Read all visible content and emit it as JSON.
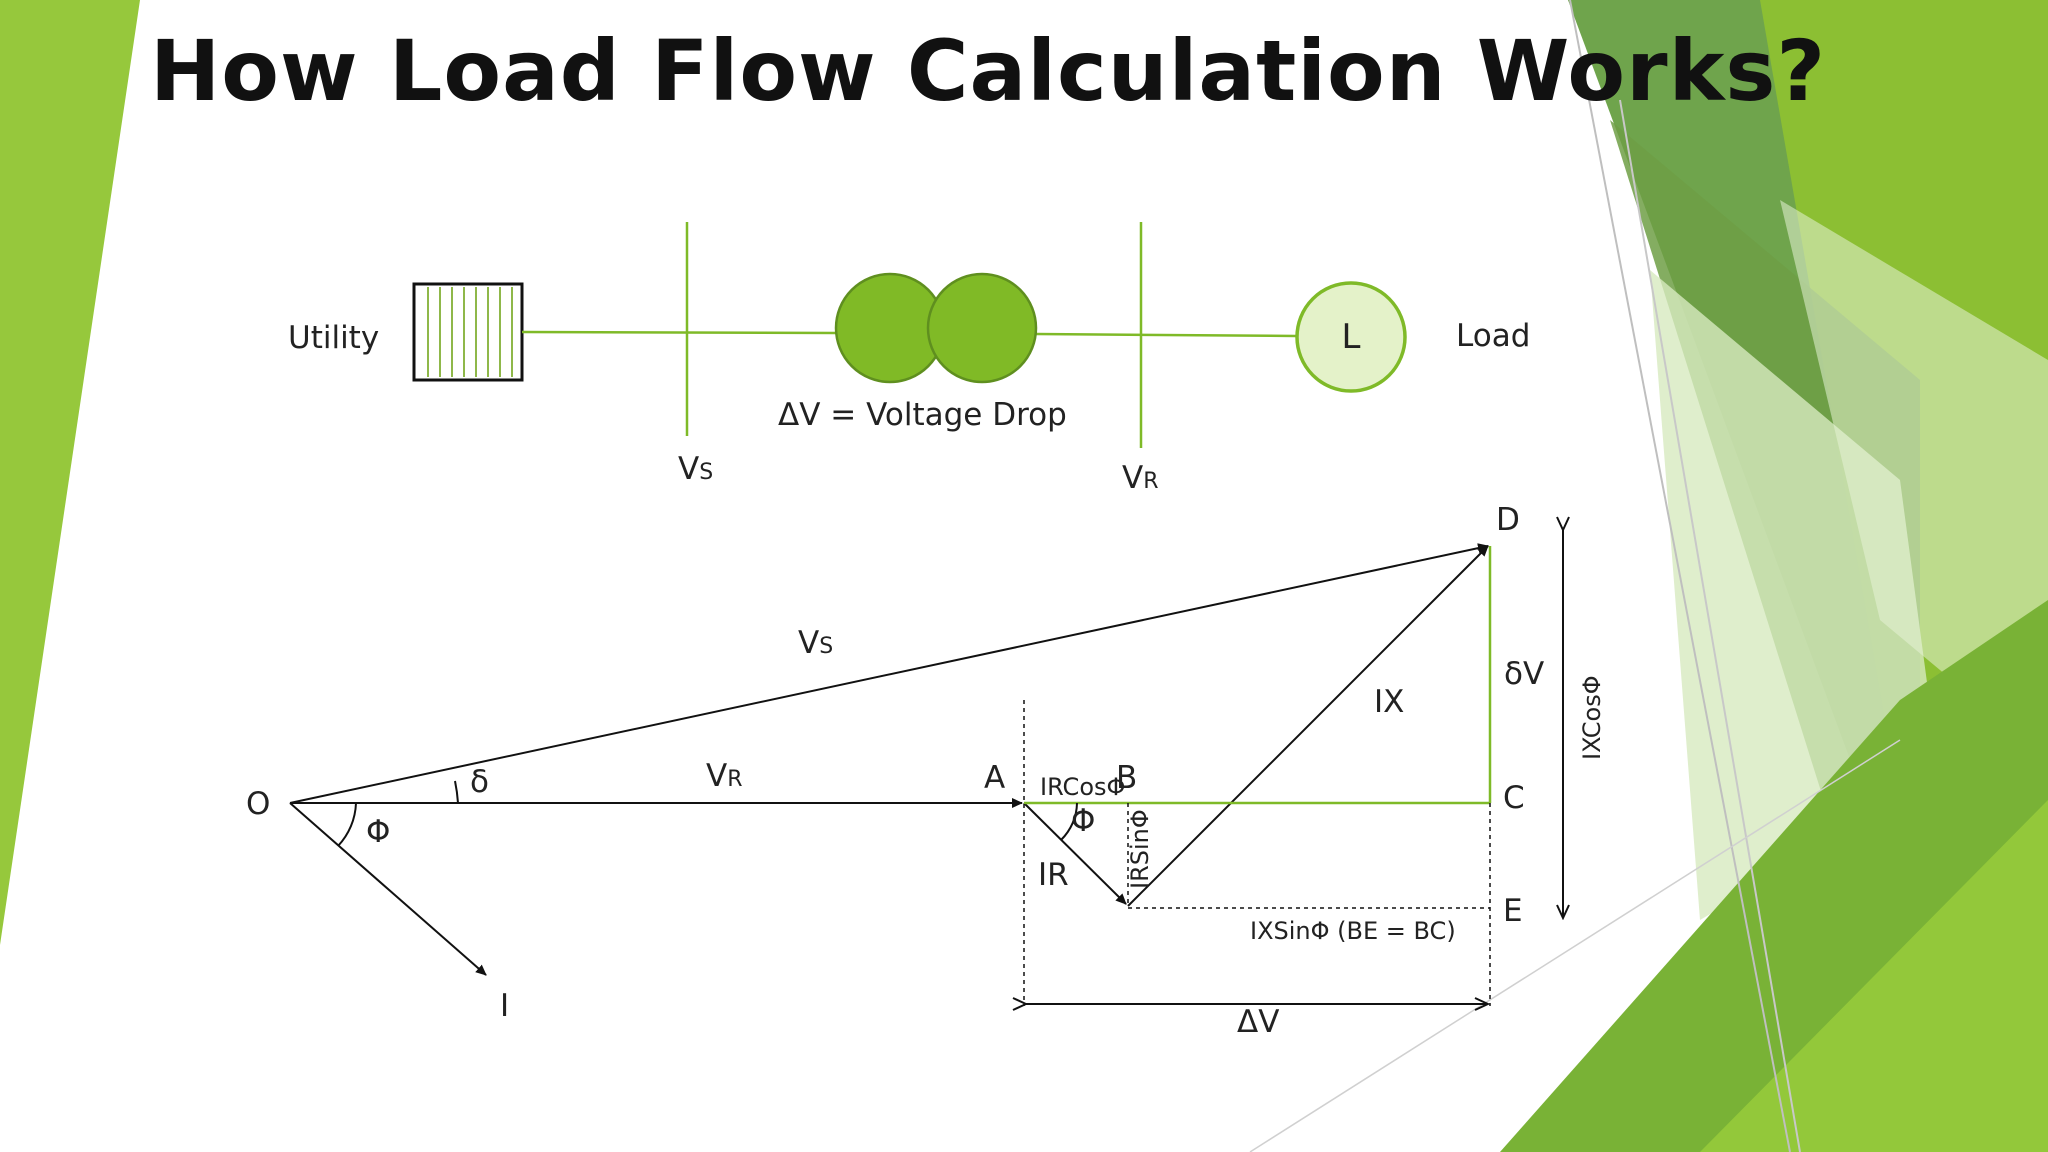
{
  "slide": {
    "title": "How Load Flow Calculation Works?"
  },
  "colors": {
    "accent_green": "#7fba28",
    "dark_green": "#5c8a2c",
    "light_green": "#d5e9b4",
    "line": "#111111"
  },
  "one_line": {
    "utility_label": "Utility",
    "load_label": "Load",
    "load_symbol": "L",
    "drop_label": "ΔV = Voltage Drop",
    "vs_main": "V",
    "vs_sub": "S",
    "vr_main": "V",
    "vr_sub": "R"
  },
  "phasor": {
    "origin": "O",
    "current": "I",
    "angle_delta": "δ",
    "angle_phi": "Φ",
    "vs_main": "V",
    "vs_sub": "S",
    "vr_main": "V",
    "vr_sub": "R",
    "point_a": "A",
    "point_b": "B",
    "point_c": "C",
    "point_d": "D",
    "point_e": "E",
    "ir": "IR",
    "ix": "IX",
    "ir_cos": "IRCosΦ",
    "ir_sin": "IRSinΦ",
    "ix_cos": "IXCosΦ",
    "ix_sin": "IXSinΦ (BE = BC)",
    "delta_v_small": "δV",
    "delta_v": "ΔV"
  }
}
